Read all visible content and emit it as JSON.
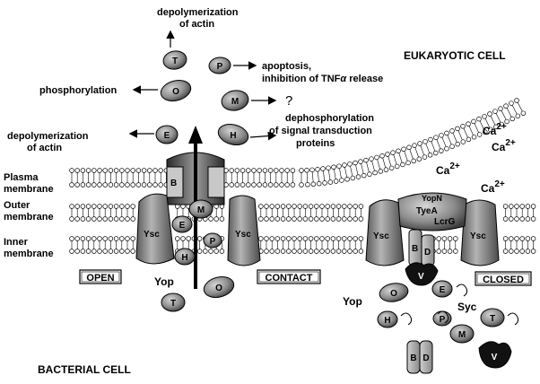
{
  "compartments": {
    "eukaryotic": "EUKARYOTIC CELL",
    "bacterial": "BACTERIAL CELL"
  },
  "membranes": {
    "plasma": [
      "Plasma",
      "membrane"
    ],
    "outer": [
      "Outer",
      "membrane"
    ],
    "inner": [
      "Inner",
      "membrane"
    ]
  },
  "states": {
    "open": "OPEN",
    "contact": "CONTACT",
    "closed": "CLOSED"
  },
  "effector_labels": {
    "T": "T",
    "P": "P",
    "O": "O",
    "M": "M",
    "E": "E",
    "H": "H",
    "B": "B",
    "D": "D",
    "V": "V"
  },
  "machinery": {
    "ysc": "Ysc",
    "yopn": "YopN",
    "tyea": "TyeA",
    "lcrg": "LcrG",
    "yop": "Yop",
    "syc": "Syc"
  },
  "effects": {
    "T": [
      "depolymerization",
      "of actin"
    ],
    "P": [
      "apoptosis,",
      "inhibition of  TNF"
    ],
    "P_alpha": "α",
    "P_tail": " release",
    "O": "phosphorylation",
    "M": "?",
    "E": [
      "depolymerization",
      "of actin"
    ],
    "H": [
      "dephosphorylation",
      "of signal transduction",
      "proteins"
    ]
  },
  "calcium": {
    "symbol": "Ca",
    "charge": "2+"
  },
  "colors": {
    "protein": "#8c8c8c",
    "protein_dark": "#4a4a4a",
    "v_protein": "#111111",
    "lipid_head": "#ffffff",
    "stroke": "#000000"
  }
}
